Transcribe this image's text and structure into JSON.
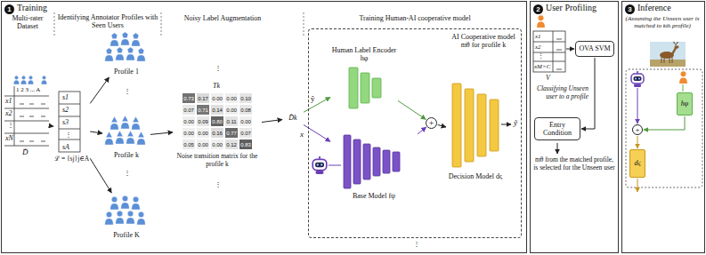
{
  "diagram": {
    "nodes": [
      {
        "text": [
          "1",
          "Training"
        ]
      },
      {
        "text": [
          "2",
          "User Profiling"
        ]
      },
      {
        "text": [
          "3",
          "Inference",
          "(Assuming the Unseen user is matched to kth profile)"
        ]
      },
      {
        "text": [
          "1 2 3 ... A",
          "x1",
          "x2",
          "⋮",
          "xN",
          "D̃"
        ],
        "in": 0
      },
      {
        "text": [
          "s1",
          "s2",
          "s3",
          "⋮",
          "sA",
          "ℒ = {sj}j∈A"
        ],
        "in": 0
      },
      {
        "text": [
          "Profile 1"
        ],
        "in": 0
      },
      {
        "text": [
          "Profile k"
        ],
        "in": 0
      },
      {
        "text": [
          "Profile K"
        ],
        "in": 0
      },
      {
        "text": [
          "Tk",
          "0.73",
          "0.17",
          "0.00",
          "0.00",
          "0.10",
          "0.07",
          "0.71",
          "0.14",
          "0.00",
          "0.08",
          "0.00",
          "0.09",
          "0.80",
          "0.11",
          "0.00",
          "0.00",
          "0.00",
          "0.16",
          "0.77",
          "0.07",
          "0.05",
          "0.00",
          "0.00",
          "0.12",
          "0.83",
          "Noise transition matrix for the profile k"
        ],
        "in": 0
      },
      {
        "text": [
          "D̃k"
        ],
        "in": 0
      },
      {
        "text": [
          "AI Cooperative model mθ for profile k"
        ],
        "in": 0
      },
      {
        "text": [
          "Human Label Encoder hφ"
        ],
        "in": 10
      },
      {
        "text": [
          "Base Model fψ"
        ],
        "in": 10
      },
      {
        "text": [
          "+"
        ],
        "in": 10
      },
      {
        "text": [
          "Decision Model dς"
        ],
        "in": 10
      },
      {
        "text": [
          "x1",
          "x2",
          "⋮",
          "xM×C",
          "V"
        ],
        "in": 1
      },
      {
        "text": [
          "OVA SVM"
        ],
        "in": 1
      },
      {
        "text": [
          "Entry Condition"
        ],
        "in": 1
      },
      {
        "text": [
          "hφ"
        ],
        "in": 2
      },
      {
        "text": [
          "+"
        ],
        "in": 2
      },
      {
        "text": [
          "dς"
        ],
        "in": 2
      }
    ],
    "edges": [
      {
        "from": 3,
        "to": 4,
        "arrow": "to"
      },
      {
        "from": 4,
        "to": 5,
        "arrow": "to"
      },
      {
        "from": 4,
        "to": 6,
        "arrow": "to"
      },
      {
        "from": 4,
        "to": 7,
        "arrow": "to"
      },
      {
        "from": 6,
        "to": 8,
        "arrow": "to"
      },
      {
        "from": 8,
        "to": 9,
        "arrow": "to"
      },
      {
        "from": 9,
        "to": 11,
        "label": "ŷ",
        "arrow": "to"
      },
      {
        "from": 9,
        "to": 12,
        "label": "x",
        "arrow": "to"
      },
      {
        "from": 11,
        "to": 13,
        "arrow": "to"
      },
      {
        "from": 12,
        "to": 13,
        "arrow": "to"
      },
      {
        "from": 13,
        "to": 14,
        "arrow": "to"
      },
      {
        "from": 15,
        "to": 16,
        "arrow": "to"
      },
      {
        "from": 16,
        "to": 17,
        "label": "Classifying Unseen user to a profile",
        "arrow": "to"
      },
      {
        "from": 18,
        "to": 19,
        "arrow": "to"
      },
      {
        "from": 19,
        "to": 20,
        "arrow": "to"
      }
    ],
    "labels": [
      "Multi-rater Dataset",
      "Identifying Annotator Profiles with Seen Users",
      "Noisy Label Augmentation",
      "Training Human-AI cooperative model",
      "⋮",
      "⋮",
      "⋮",
      "⋮",
      "ỹ",
      "⋮",
      "mθ from the matched profile, is selected for the Unseen user"
    ]
  }
}
